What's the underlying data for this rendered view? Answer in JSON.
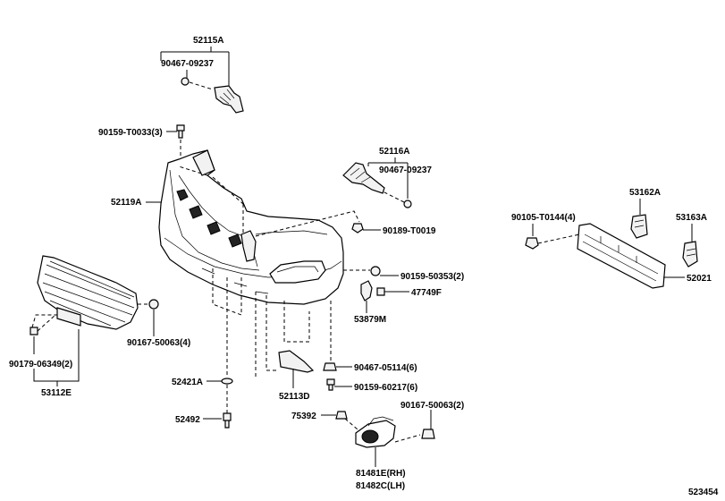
{
  "labels": {
    "p52115A": "52115A",
    "p9046709237a": "90467-09237",
    "p90159T0033": "90159-T0033(3)",
    "p52116A": "52116A",
    "p9046709237b": "90467-09237",
    "p52119A": "52119A",
    "p90189T0019": "90189-T0019",
    "p9015950353": "90159-50353(2)",
    "p47749F": "47749F",
    "p53879M": "53879M",
    "p90105T0144": "90105-T0144(4)",
    "p53162A": "53162A",
    "p53163A": "53163A",
    "p52021": "52021",
    "p9016750063a": "90167-50063(4)",
    "p9017906349": "90179-06349(2)",
    "p53112E": "53112E",
    "p52421A": "52421A",
    "p52113D": "52113D",
    "p9046705114": "90467-05114(6)",
    "p9015960217": "90159-60217(6)",
    "p52492": "52492",
    "p75392": "75392",
    "p9016750063b": "90167-50063(2)",
    "p81481E": "81481E(RH)",
    "p81482C": "81482C(LH)",
    "diagram_id": "523454"
  }
}
